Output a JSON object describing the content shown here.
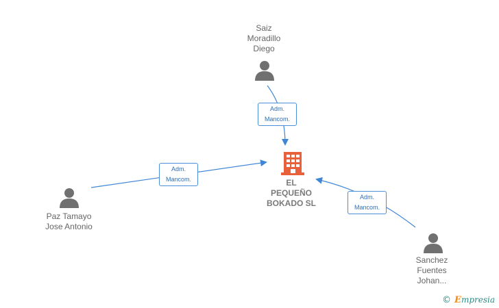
{
  "company": {
    "label": "EL\nPEQUEÑO\nBOKADO  SL",
    "color": "#e8613a"
  },
  "persons": [
    {
      "id": "saiz",
      "label": "Saiz\nMoradillo\nDiego"
    },
    {
      "id": "paz",
      "label": "Paz Tamayo\nJose Antonio"
    },
    {
      "id": "sanchez",
      "label": "Sanchez\nFuentes\nJohan..."
    }
  ],
  "edges": [
    {
      "from": "saiz",
      "label": "Adm.\nMancom."
    },
    {
      "from": "paz",
      "label": "Adm.\nMancom."
    },
    {
      "from": "sanchez",
      "label": "Adm.\nMancom."
    }
  ],
  "colors": {
    "edge": "#3f86d6",
    "person_icon": "#707070"
  },
  "footer": {
    "copyright": "©",
    "brand_first": "E",
    "brand_rest": "mpresia"
  }
}
